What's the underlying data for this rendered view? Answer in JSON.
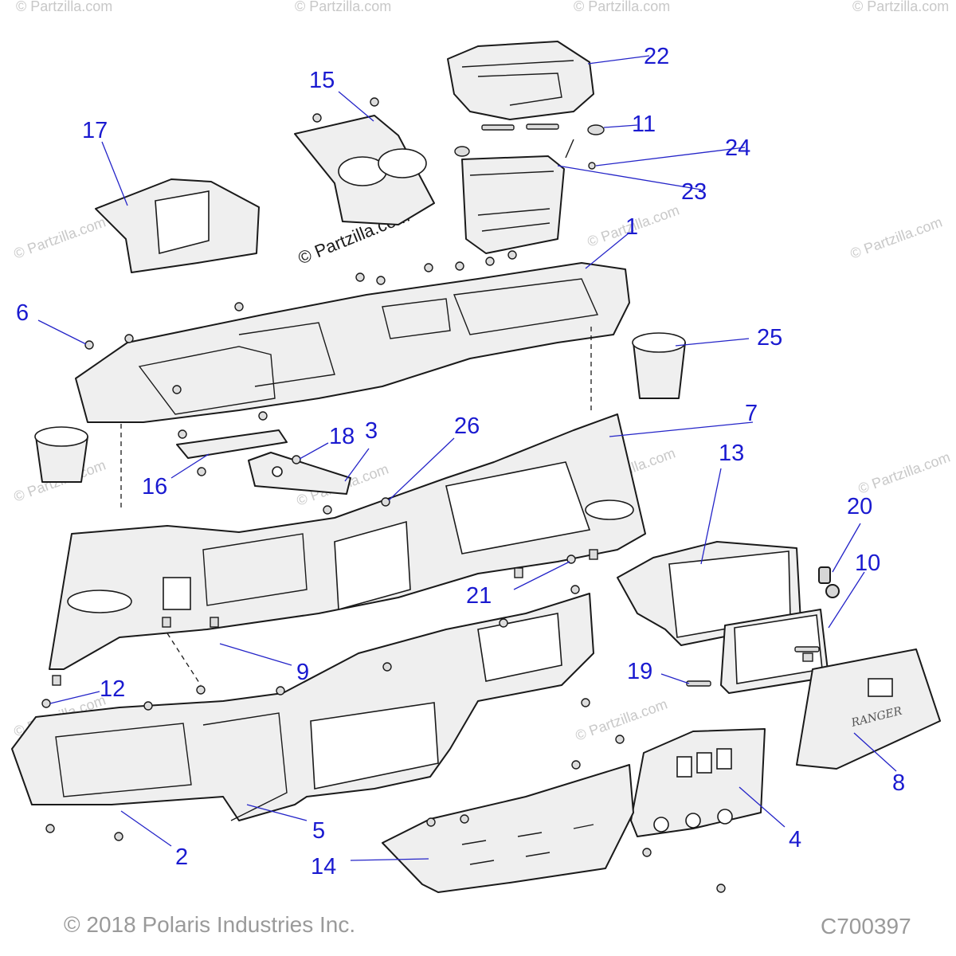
{
  "callouts": [
    {
      "id": "c1",
      "label": "1"
    },
    {
      "id": "c2",
      "label": "2"
    },
    {
      "id": "c3",
      "label": "3"
    },
    {
      "id": "c4",
      "label": "4"
    },
    {
      "id": "c5",
      "label": "5"
    },
    {
      "id": "c6",
      "label": "6"
    },
    {
      "id": "c7",
      "label": "7"
    },
    {
      "id": "c8",
      "label": "8"
    },
    {
      "id": "c9",
      "label": "9"
    },
    {
      "id": "c10",
      "label": "10"
    },
    {
      "id": "c11",
      "label": "11"
    },
    {
      "id": "c12",
      "label": "12"
    },
    {
      "id": "c13",
      "label": "13"
    },
    {
      "id": "c14",
      "label": "14"
    },
    {
      "id": "c15",
      "label": "15"
    },
    {
      "id": "c16",
      "label": "16"
    },
    {
      "id": "c17",
      "label": "17"
    },
    {
      "id": "c18",
      "label": "18"
    },
    {
      "id": "c19",
      "label": "19"
    },
    {
      "id": "c20",
      "label": "20"
    },
    {
      "id": "c21",
      "label": "21"
    },
    {
      "id": "c22",
      "label": "22"
    },
    {
      "id": "c23",
      "label": "23"
    },
    {
      "id": "c24",
      "label": "24"
    },
    {
      "id": "c25",
      "label": "25"
    },
    {
      "id": "c26",
      "label": "26"
    }
  ],
  "watermark": {
    "text": "© Partzilla.com",
    "center_text": "© Partzilla.com"
  },
  "part_branding": "RANGER",
  "footer": {
    "copyright": "© 2018 Polaris Industries Inc.",
    "drawing_number": "C700397"
  },
  "colors": {
    "callout": "#1a1ad0",
    "line": "#1a1a1a",
    "part_fill": "#efefef",
    "watermark": "#c8c8c8",
    "footer": "#9a9a9a"
  }
}
